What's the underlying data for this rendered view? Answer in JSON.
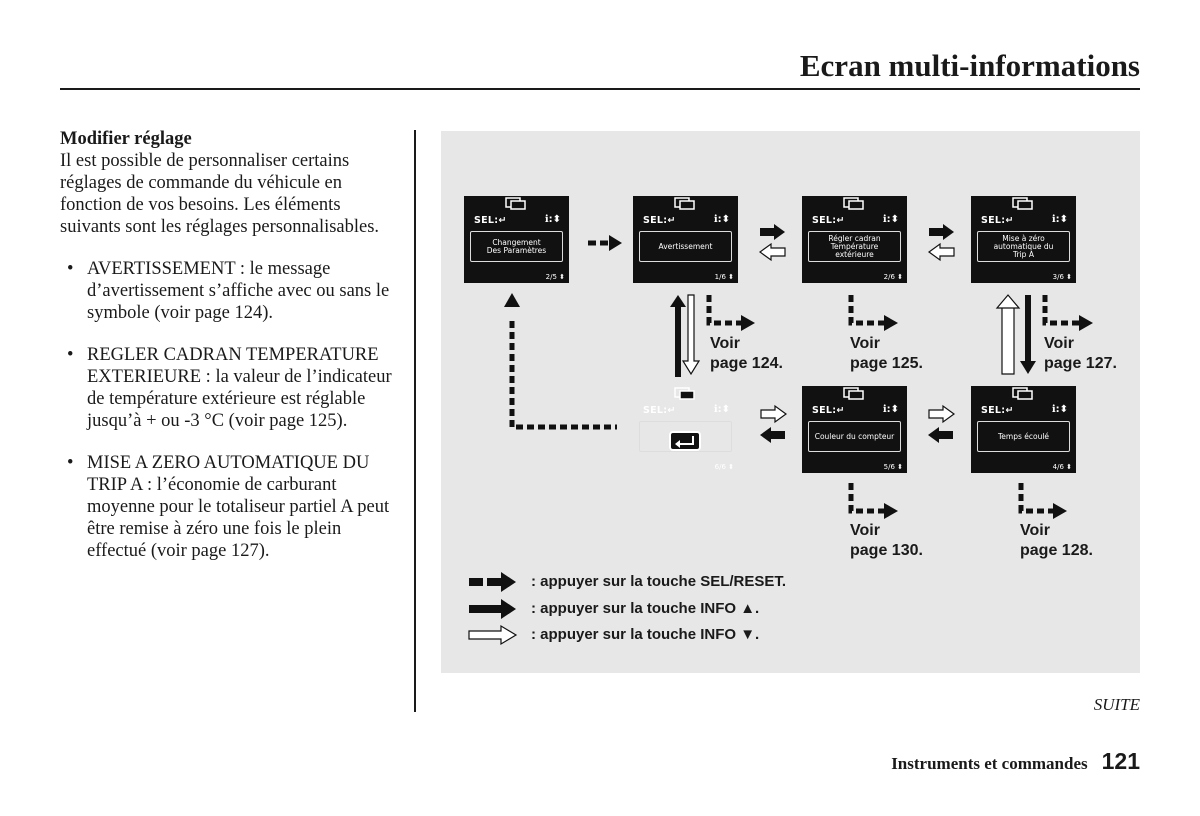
{
  "header": {
    "title": "Ecran multi-informations"
  },
  "left": {
    "heading": "Modifier réglage",
    "intro": "Il est possible de personnaliser certains réglages de commande du véhicule en fonction de vos besoins. Les éléments suivants sont les réglages personnalisables.",
    "bullets": [
      {
        "text": "AVERTISSEMENT : le message d’avertissement s’affiche avec ou sans le symbole (voir page 124)."
      },
      {
        "text": "REGLER CADRAN TEMPERATURE EXTERIEURE : la valeur de l’indicateur de température extérieure est réglable jusqu’à + ou -3 °C (voir page 125)."
      },
      {
        "text": "MISE A ZERO AUTOMATIQUE DU TRIP A : l’économie de carburant moyenne pour le totaliseur partiel A peut être remise à zéro une fois le plein effectué (voir page 127)."
      }
    ]
  },
  "screens": {
    "sel_label": "SEL:↵",
    "info_label": "ℹ:⬍",
    "s1": {
      "label": "Changement\nDes Paramètres",
      "page": "2/5 ⬍"
    },
    "s2": {
      "label": "Avertissement",
      "page": "1/6 ⬍"
    },
    "s3": {
      "label": "Régler cadran\nTempérature\nextérieure",
      "page": "2/6 ⬍"
    },
    "s4": {
      "label": "Mise à zéro\nautomatique du\nTrip A",
      "page": "3/6 ⬍"
    },
    "s5": {
      "label": "",
      "page": "6/6 ⬍"
    },
    "s6": {
      "label": "Couleur du compteur",
      "page": "5/6 ⬍"
    },
    "s7": {
      "label": "Temps écoulé",
      "page": "4/6 ⬍"
    }
  },
  "refs": {
    "r1": {
      "voir": "Voir",
      "page": "page 124."
    },
    "r2": {
      "voir": "Voir",
      "page": "page 125."
    },
    "r3": {
      "voir": "Voir",
      "page": "page 127."
    },
    "r4": {
      "voir": "Voir",
      "page": "page 130."
    },
    "r5": {
      "voir": "Voir",
      "page": "page 128."
    }
  },
  "legend": {
    "dashed": ": appuyer sur la touche SEL/RESET.",
    "solid": ": appuyer sur la touche INFO ▲.",
    "hollow": ": appuyer sur la touche INFO ▼."
  },
  "suite": "SUITE",
  "footer": {
    "section": "Instruments et commandes",
    "page_number": "121"
  }
}
